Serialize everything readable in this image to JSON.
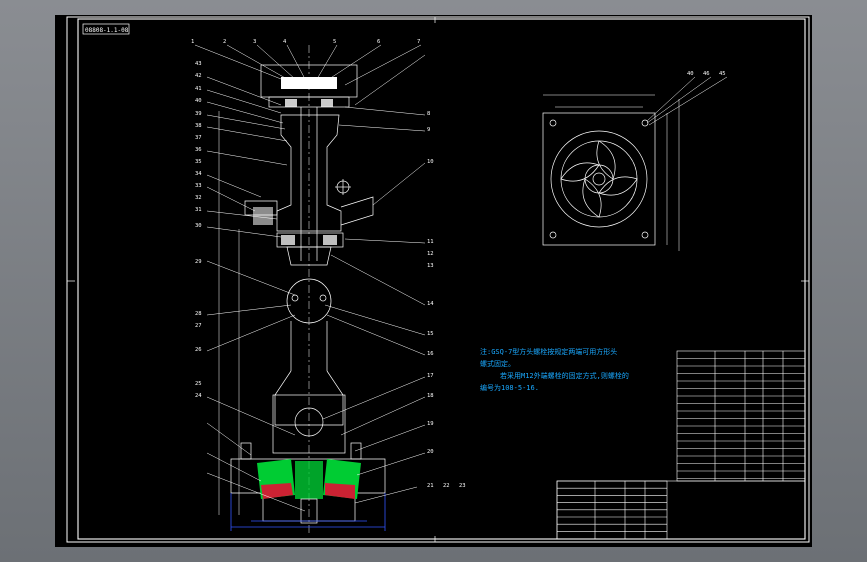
{
  "drawing": {
    "stamp": "08808-1.1-08",
    "note": {
      "line1": "注:GSQ-7型方头螺栓按规定两端可用方形头",
      "line2": "螺式固定。",
      "line3": "若采用M12外端螺栓的固定方式,则螺栓的",
      "line4": "编号为108-5-16."
    },
    "left_callouts": [
      "43",
      "42",
      "41",
      "40",
      "39",
      "38",
      "37",
      "36",
      "35",
      "34",
      "33",
      "32",
      "31",
      "30",
      "29",
      "28",
      "27",
      "26",
      "25",
      "24"
    ],
    "right_callouts": [
      "1",
      "2",
      "3",
      "4",
      "5",
      "6",
      "7",
      "8",
      "9",
      "10",
      "11",
      "12",
      "13",
      "14",
      "15",
      "16",
      "17",
      "18",
      "19",
      "20",
      "21",
      "22",
      "23"
    ],
    "plan_callouts": [
      "40",
      "46",
      "45"
    ],
    "colors": {
      "line": "#ffffff",
      "annotation": "#1aa9ff",
      "part": "#00cc33",
      "hatch": "#cc2233",
      "dimension": "#3355ff"
    }
  }
}
